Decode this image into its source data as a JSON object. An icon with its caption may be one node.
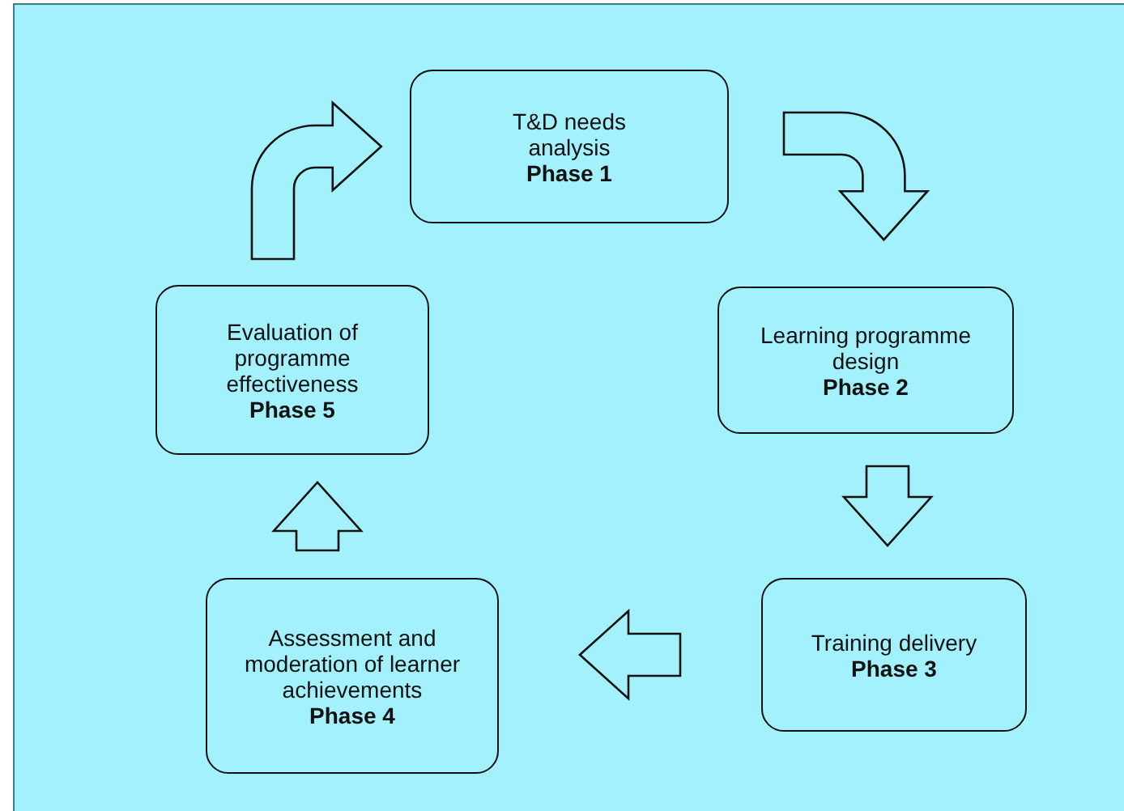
{
  "diagram": {
    "nodes": [
      {
        "text": [
          "T&D needs analysis",
          "Phase 1"
        ]
      },
      {
        "text": [
          "Learning programme design",
          "Phase 2"
        ]
      },
      {
        "text": [
          "Training delivery",
          "Phase 3"
        ]
      },
      {
        "text": [
          "Assessment and moderation of learner achievements",
          "Phase 4"
        ]
      },
      {
        "text": [
          "Evaluation of programme effectiveness",
          "Phase 5"
        ]
      }
    ],
    "edges": [
      {
        "from": 0,
        "to": 1,
        "arrow": "to"
      },
      {
        "from": 1,
        "to": 2,
        "arrow": "to"
      },
      {
        "from": 2,
        "to": 3,
        "arrow": "to"
      },
      {
        "from": 3,
        "to": 4,
        "arrow": "to"
      },
      {
        "from": 4,
        "to": 0,
        "arrow": "to"
      }
    ]
  }
}
